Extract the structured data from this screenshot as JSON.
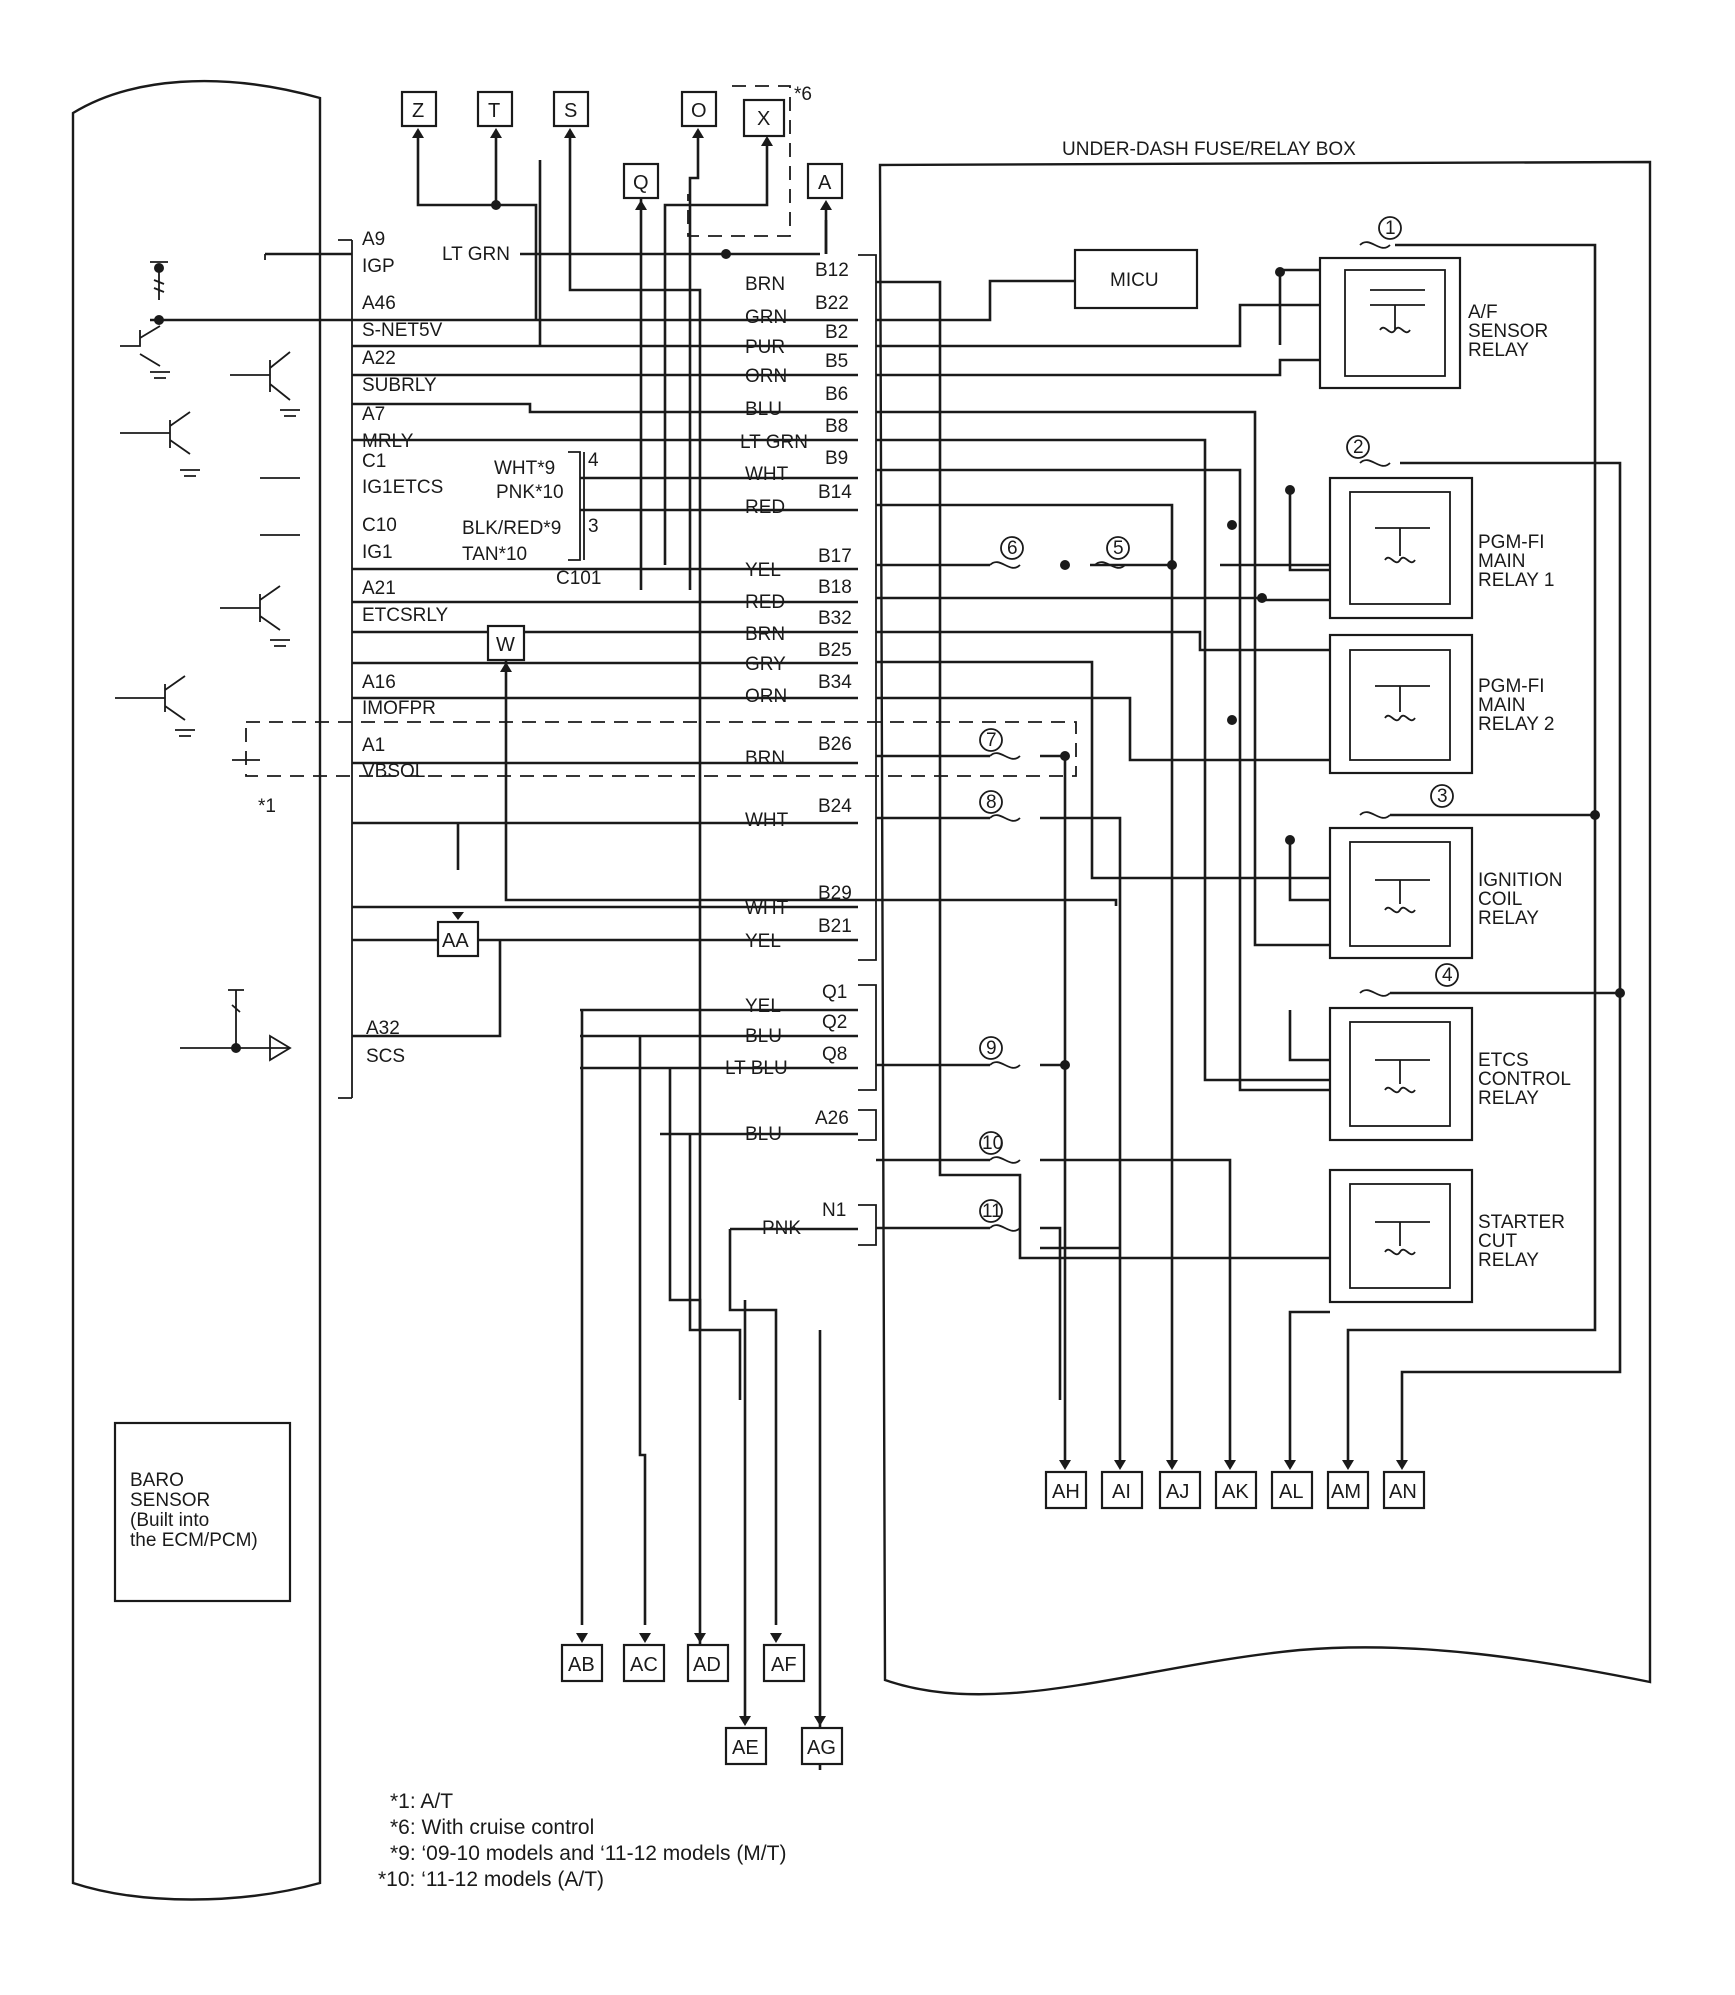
{
  "fuse_box_title": "UNDER-DASH FUSE/RELAY BOX",
  "micu": "MICU",
  "baro_sensor": [
    "BARO",
    "SENSOR",
    "(Built into",
    "the ECM/PCM)"
  ],
  "relays": {
    "af_sensor": [
      "A/F",
      "SENSOR",
      "RELAY"
    ],
    "pgm_fi_main_1": [
      "PGM-FI",
      "MAIN",
      "RELAY 1"
    ],
    "pgm_fi_main_2": [
      "PGM-FI",
      "MAIN",
      "RELAY 2"
    ],
    "ignition_coil": [
      "IGNITION",
      "COIL",
      "RELAY"
    ],
    "etcs_control": [
      "ETCS",
      "CONTROL",
      "RELAY"
    ],
    "starter_cut": [
      "STARTER",
      "CUT",
      "RELAY"
    ]
  },
  "fuses": [
    "1",
    "2",
    "3",
    "4",
    "5",
    "6",
    "7",
    "8",
    "9",
    "10",
    "11"
  ],
  "ecm_pins": [
    {
      "pin": "A9",
      "name": "IGP"
    },
    {
      "pin": "A46",
      "name": "S-NET5V"
    },
    {
      "pin": "A22",
      "name": "SUBRLY"
    },
    {
      "pin": "A7",
      "name": "MRLY"
    },
    {
      "pin": "C1",
      "name": "IG1ETCS"
    },
    {
      "pin": "C10",
      "name": "IG1"
    },
    {
      "pin": "A21",
      "name": "ETCSRLY"
    },
    {
      "pin": "A16",
      "name": "IMOFPR"
    },
    {
      "pin": "A1",
      "name": "VBSOL"
    },
    {
      "pin": "A32",
      "name": "SCS"
    }
  ],
  "c1_wire": [
    "WHT*9",
    "PNK*10"
  ],
  "c10_wire": [
    "BLK/RED*9",
    "TAN*10"
  ],
  "c101": {
    "label": "C101",
    "pin_4": "4",
    "pin_3": "3"
  },
  "a9_wire": "LT GRN",
  "fuse_box_pins": [
    {
      "pin": "B12",
      "wire": "BRN"
    },
    {
      "pin": "B22",
      "wire": "GRN"
    },
    {
      "pin": "B2",
      "wire": "PUR"
    },
    {
      "pin": "B5",
      "wire": "ORN"
    },
    {
      "pin": "B6",
      "wire": "BLU"
    },
    {
      "pin": "B8",
      "wire": "LT GRN"
    },
    {
      "pin": "B9",
      "wire": "WHT"
    },
    {
      "pin": "B14",
      "wire": "RED"
    },
    {
      "pin": "B17",
      "wire": "YEL"
    },
    {
      "pin": "B18",
      "wire": "RED"
    },
    {
      "pin": "B32",
      "wire": "BRN"
    },
    {
      "pin": "B25",
      "wire": "GRY"
    },
    {
      "pin": "B34",
      "wire": "ORN"
    },
    {
      "pin": "B26",
      "wire": "BRN"
    },
    {
      "pin": "B24",
      "wire": "WHT"
    },
    {
      "pin": "B29",
      "wire": "WHT"
    },
    {
      "pin": "B21",
      "wire": "YEL"
    },
    {
      "pin": "Q1",
      "wire": "YEL"
    },
    {
      "pin": "Q2",
      "wire": "BLU"
    },
    {
      "pin": "Q8",
      "wire": "LT BLU"
    },
    {
      "pin": "A26",
      "wire": "BLU"
    },
    {
      "pin": "N1",
      "wire": "PNK"
    }
  ],
  "top_connectors": [
    "Z",
    "T",
    "S",
    "O",
    "X",
    "Q",
    "A"
  ],
  "mid_connectors": [
    "W",
    "AA"
  ],
  "bottom_connectors": [
    "AB",
    "AC",
    "AD",
    "AF",
    "AE",
    "AG"
  ],
  "right_connectors": [
    "AH",
    "AI",
    "AJ",
    "AK",
    "AL",
    "AM",
    "AN"
  ],
  "star_labels": {
    "star6": "*6",
    "star1": "*1"
  },
  "footnotes": [
    "*1: A/T",
    "*6: With cruise control",
    "*9: ‘09-10 models and ‘11-12 models (M/T)",
    "*10: ‘11-12 models (A/T)"
  ]
}
